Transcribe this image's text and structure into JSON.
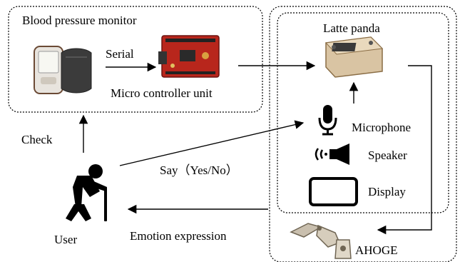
{
  "labels": {
    "bp_group": "Blood pressure monitor",
    "serial": "Serial",
    "mcu": "Micro controller unit",
    "latte": "Latte panda",
    "check": "Check",
    "say": "Say（Yes/No）",
    "microphone": "Microphone",
    "speaker": "Speaker",
    "display": "Display",
    "user": "User",
    "emotion": "Emotion expression",
    "ahoge": "AHOGE"
  },
  "colors": {
    "line": "#000000",
    "mcu_board": "#b8261c",
    "latte_case": "#d9c4a3",
    "arm": "#c9bfae"
  }
}
